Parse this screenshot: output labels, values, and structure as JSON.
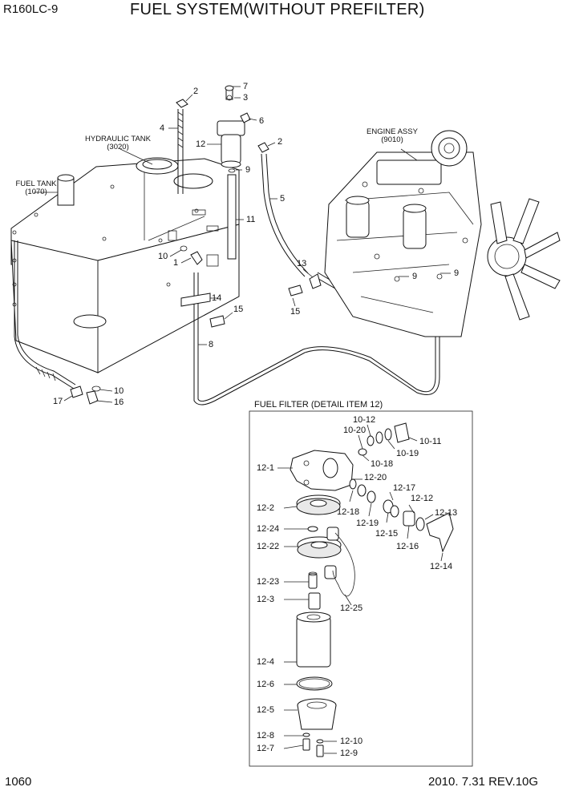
{
  "header": {
    "model": "R160LC-9",
    "title": "FUEL SYSTEM(WITHOUT PREFILTER)"
  },
  "footer": {
    "page": "1060",
    "revision": "2010. 7.31  REV.10G"
  },
  "assemblies": {
    "hydraulic_tank": {
      "name": "HYDRAULIC TANK",
      "code": "(3020)"
    },
    "fuel_tank": {
      "name": "FUEL TANK",
      "code": "(1070)"
    },
    "engine": {
      "name": "ENGINE ASSY",
      "code": "(9010)"
    }
  },
  "detail_box": {
    "title": "FUEL FILTER (DETAIL ITEM 12)"
  },
  "callouts_main": [
    "7",
    "3",
    "2",
    "6",
    "2",
    "4",
    "12",
    "9",
    "5",
    "11",
    "10",
    "1",
    "13",
    "9",
    "9",
    "14",
    "15",
    "15",
    "8",
    "10",
    "17",
    "16"
  ],
  "callouts_detail": [
    "10-12",
    "10-20",
    "10-11",
    "10-19",
    "10-18",
    "12-1",
    "12-20",
    "12-17",
    "12-12",
    "12-13",
    "12-18",
    "12-19",
    "12-15",
    "12-16",
    "12-14",
    "12-2",
    "12-24",
    "12-22",
    "12-23",
    "12-3",
    "12-25",
    "12-4",
    "12-6",
    "12-5",
    "12-8",
    "12-10",
    "12-7",
    "12-9"
  ]
}
